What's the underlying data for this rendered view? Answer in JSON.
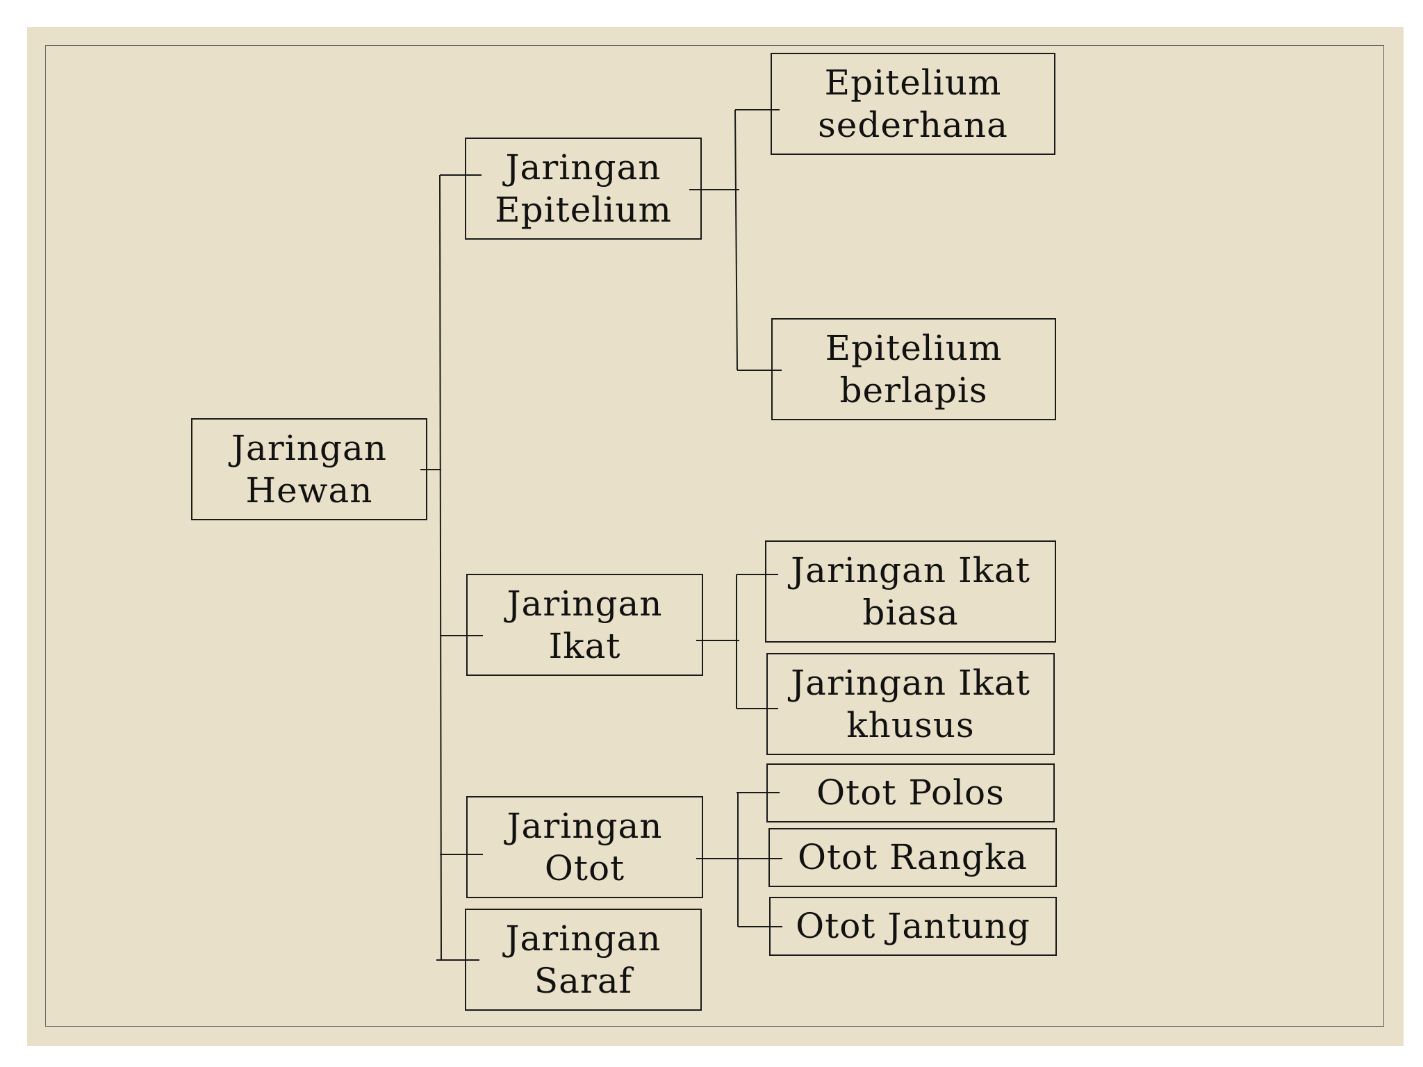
{
  "diagram": {
    "root": {
      "label": "Jaringan\nHewan"
    },
    "epitelium": {
      "label": "Jaringan\nEpitelium",
      "children": [
        {
          "label": "Epitelium\nsederhana"
        },
        {
          "label": "Epitelium\nberlapis"
        }
      ]
    },
    "ikat": {
      "label": "Jaringan\nIkat",
      "children": [
        {
          "label": "Jaringan Ikat\nbiasa"
        },
        {
          "label": "Jaringan Ikat\nkhusus"
        }
      ]
    },
    "otot": {
      "label": "Jaringan\nOtot",
      "children": [
        {
          "label": "Otot Polos"
        },
        {
          "label": "Otot Rangka"
        },
        {
          "label": "Otot Jantung"
        }
      ]
    },
    "saraf": {
      "label": "Jaringan\nSaraf"
    }
  },
  "colors": {
    "background": "#e8e0c8",
    "line": "#1a1a1a",
    "text": "#111111"
  }
}
